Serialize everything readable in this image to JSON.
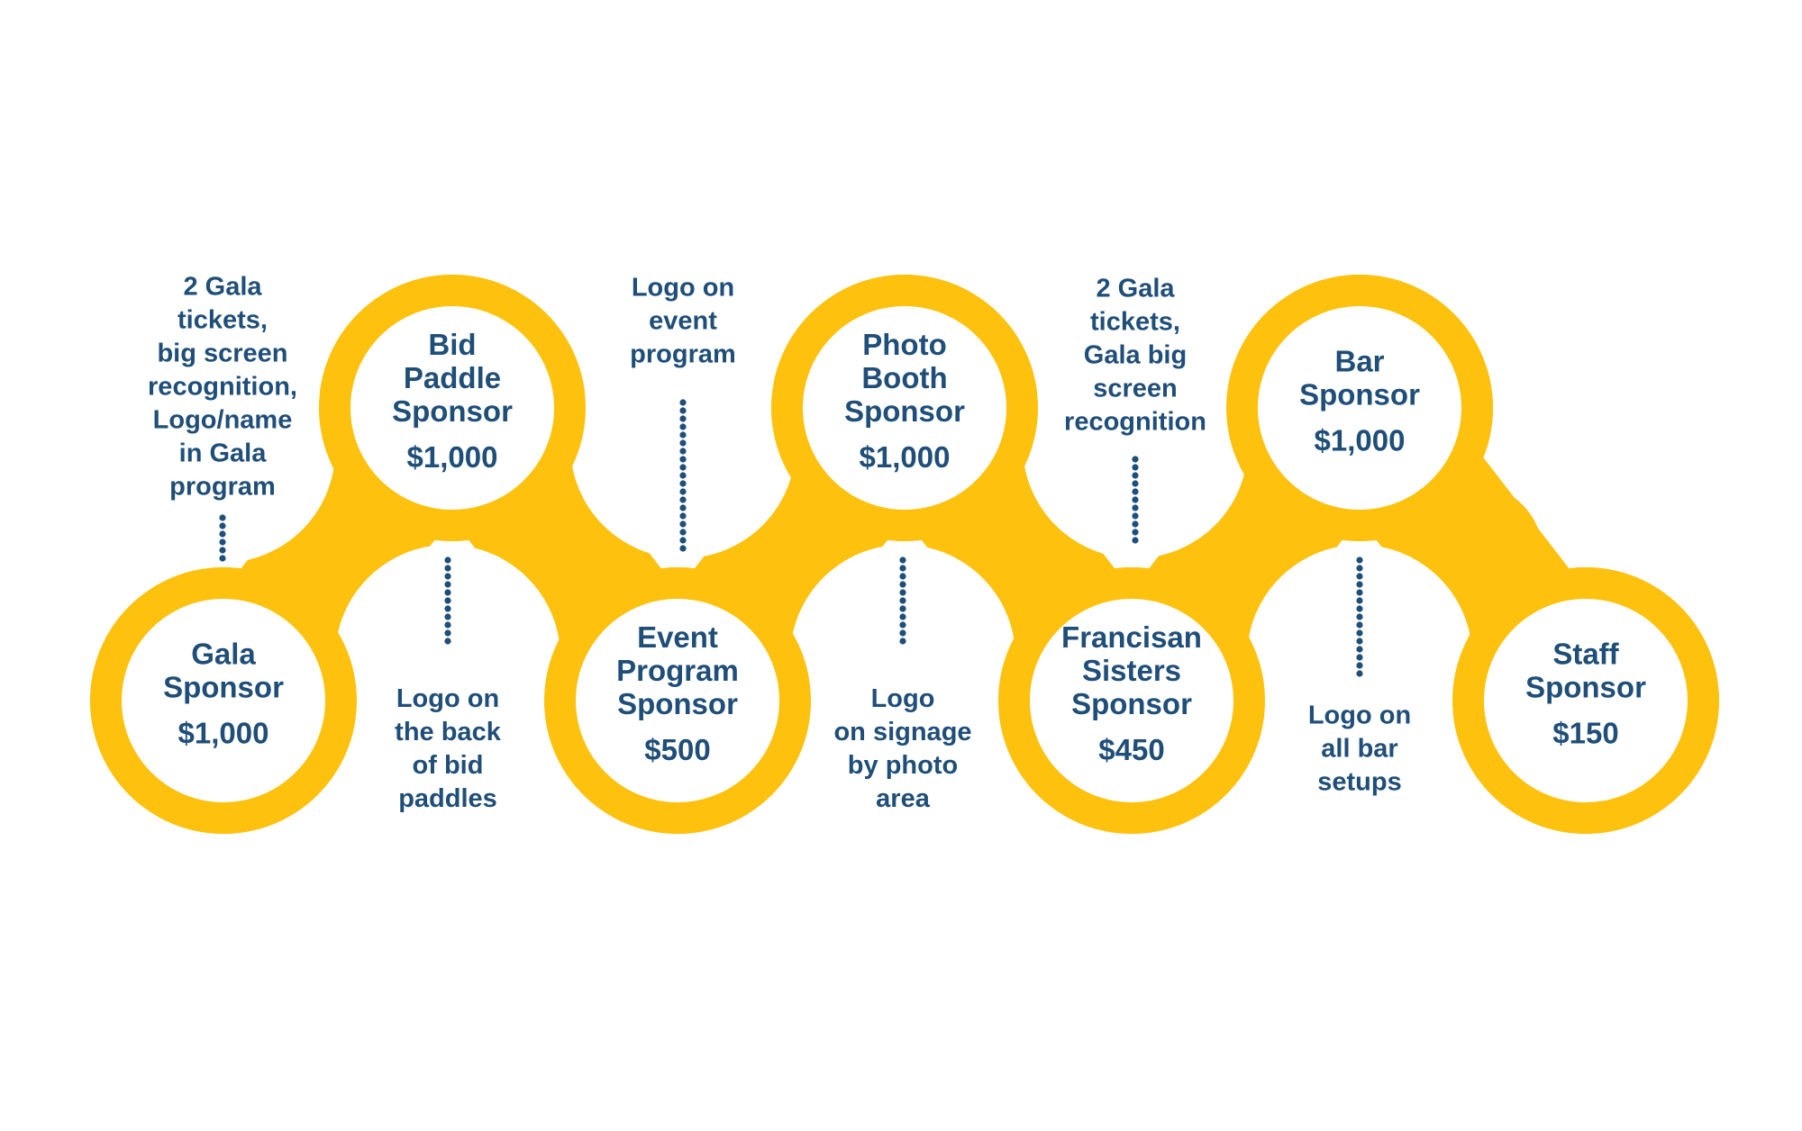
{
  "colors": {
    "chain": "#fdc10e",
    "text": "#1f4e79",
    "background": "#ffffff"
  },
  "sponsors": [
    {
      "title_lines": [
        "Gala",
        "Sponsor"
      ],
      "price": "$1,000",
      "benefit_lines": [
        "2 Gala",
        "tickets,",
        "big screen",
        "recognition,",
        "Logo/name",
        "in Gala",
        "program"
      ]
    },
    {
      "title_lines": [
        "Bid",
        "Paddle",
        "Sponsor"
      ],
      "price": "$1,000",
      "benefit_lines": [
        "Logo on",
        "the back",
        "of bid",
        "paddles"
      ]
    },
    {
      "title_lines": [
        "Event",
        "Program",
        "Sponsor"
      ],
      "price": "$500",
      "benefit_lines": [
        "Logo on",
        "event",
        "program"
      ]
    },
    {
      "title_lines": [
        "Photo",
        "Booth",
        "Sponsor"
      ],
      "price": "$1,000",
      "benefit_lines": [
        "Logo",
        "on signage",
        "by photo",
        "area"
      ]
    },
    {
      "title_lines": [
        "Francisan",
        "Sisters",
        "Sponsor"
      ],
      "price": "$450",
      "benefit_lines": [
        "2 Gala",
        "tickets,",
        "Gala big",
        "screen",
        "recognition"
      ]
    },
    {
      "title_lines": [
        "Bar",
        "Sponsor"
      ],
      "price": "$1,000",
      "benefit_lines": [
        "Logo on",
        "all bar",
        "setups"
      ]
    },
    {
      "title_lines": [
        "Staff",
        "Sponsor"
      ],
      "price": "$150",
      "benefit_lines": []
    }
  ]
}
